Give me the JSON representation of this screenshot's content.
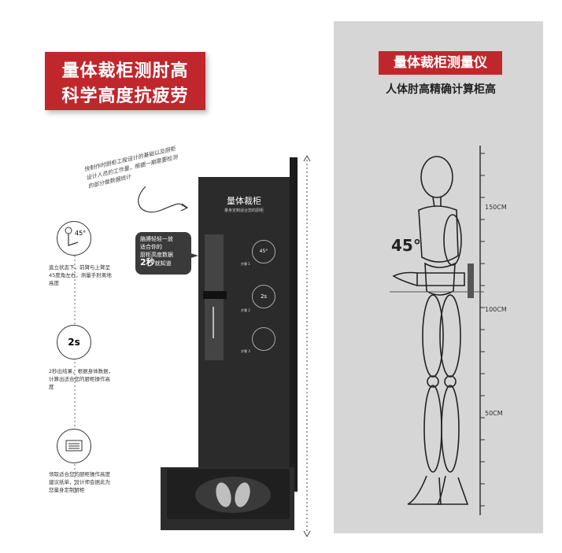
{
  "left_banner": {
    "line1": "量体裁柜测肘高",
    "line2": "科学高度抗疲劳"
  },
  "right_panel": {
    "tag": "量体裁柜测量仪",
    "subtitle": "人体肘高精确计算柜高",
    "angle": "45°",
    "ruler_marks": [
      "150CM",
      "100CM",
      "50CM"
    ]
  },
  "handwritten_note": "快制作时厨柜工程设计的基础以及厨柜设计人员的工作量，根据一期需要检测的部分做数据统计",
  "callout": {
    "line1": "胳膊轻轻一放",
    "line2": "适合你的",
    "line3": "厨柜高度数据",
    "big": "2秒",
    "suffix": "就知道"
  },
  "steps": [
    {
      "icon_label": "45°",
      "text": "直立状态下，前臂与上臂呈45度角左右，测量手肘离地高度"
    },
    {
      "icon_label": "2s",
      "text": "2秒出结果，根据身体数据，计算出适合您的厨柜操作高度"
    },
    {
      "icon_label": "",
      "text": "领取适合您的厨柜操作高度建议纸单，设计师会据此为您量身定制厨柜"
    }
  ],
  "machine": {
    "title": "量体裁柜",
    "subtitle": "量身定制适合您的厨柜",
    "steps_small": [
      "步骤 1",
      "步骤 2",
      "步骤 3"
    ],
    "screen_angle": "45°",
    "screen_time": "2s"
  },
  "colors": {
    "brand_red": "#c0272d",
    "panel_gray": "#d6d6d6",
    "machine_dark": "#2b2b2b"
  }
}
